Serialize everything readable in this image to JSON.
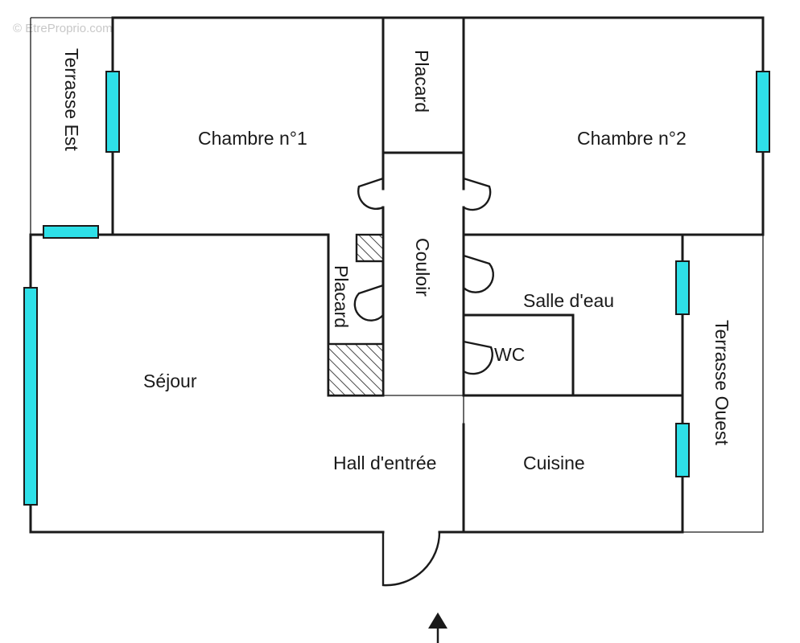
{
  "watermark": "© EtreProprio.com",
  "rooms": {
    "terrasse_est": "Terrasse Est",
    "chambre_1": "Chambre n°1",
    "placard_top": "Placard",
    "chambre_2": "Chambre n°2",
    "couloir": "Couloir",
    "placard_mid": "Placard",
    "salle_eau": "Salle d'eau",
    "wc": "WC",
    "sejour": "Séjour",
    "terrasse_ouest": "Terrasse Ouest",
    "hall": "Hall d'entrée",
    "cuisine": "Cuisine"
  },
  "colors": {
    "wall": "#1a1a1a",
    "window": "#2ee0e8",
    "background": "#ffffff"
  },
  "icons": {
    "entrance": "arrow-up-icon"
  }
}
